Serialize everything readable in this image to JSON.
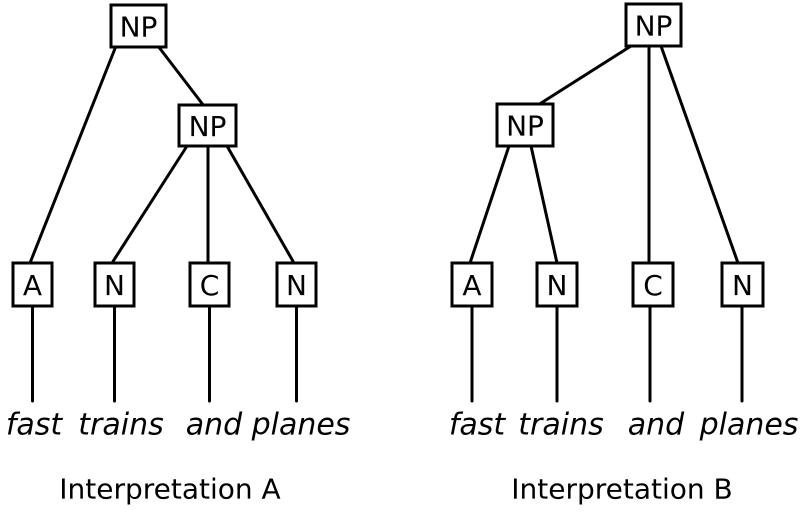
{
  "colors": {
    "background": "#ffffff",
    "line": "#000000",
    "text": "#000000"
  },
  "trees": [
    {
      "caption": "Interpretation A",
      "root_label": "NP",
      "sub_label": "NP",
      "leaves": [
        {
          "label": "A",
          "word": "fast"
        },
        {
          "label": "N",
          "word": "trains"
        },
        {
          "label": "C",
          "word": "and"
        },
        {
          "label": "N",
          "word": "planes"
        }
      ]
    },
    {
      "caption": "Interpretation B",
      "root_label": "NP",
      "sub_label": "NP",
      "leaves": [
        {
          "label": "A",
          "word": "fast"
        },
        {
          "label": "N",
          "word": "trains"
        },
        {
          "label": "C",
          "word": "and"
        },
        {
          "label": "N",
          "word": "planes"
        }
      ]
    }
  ]
}
